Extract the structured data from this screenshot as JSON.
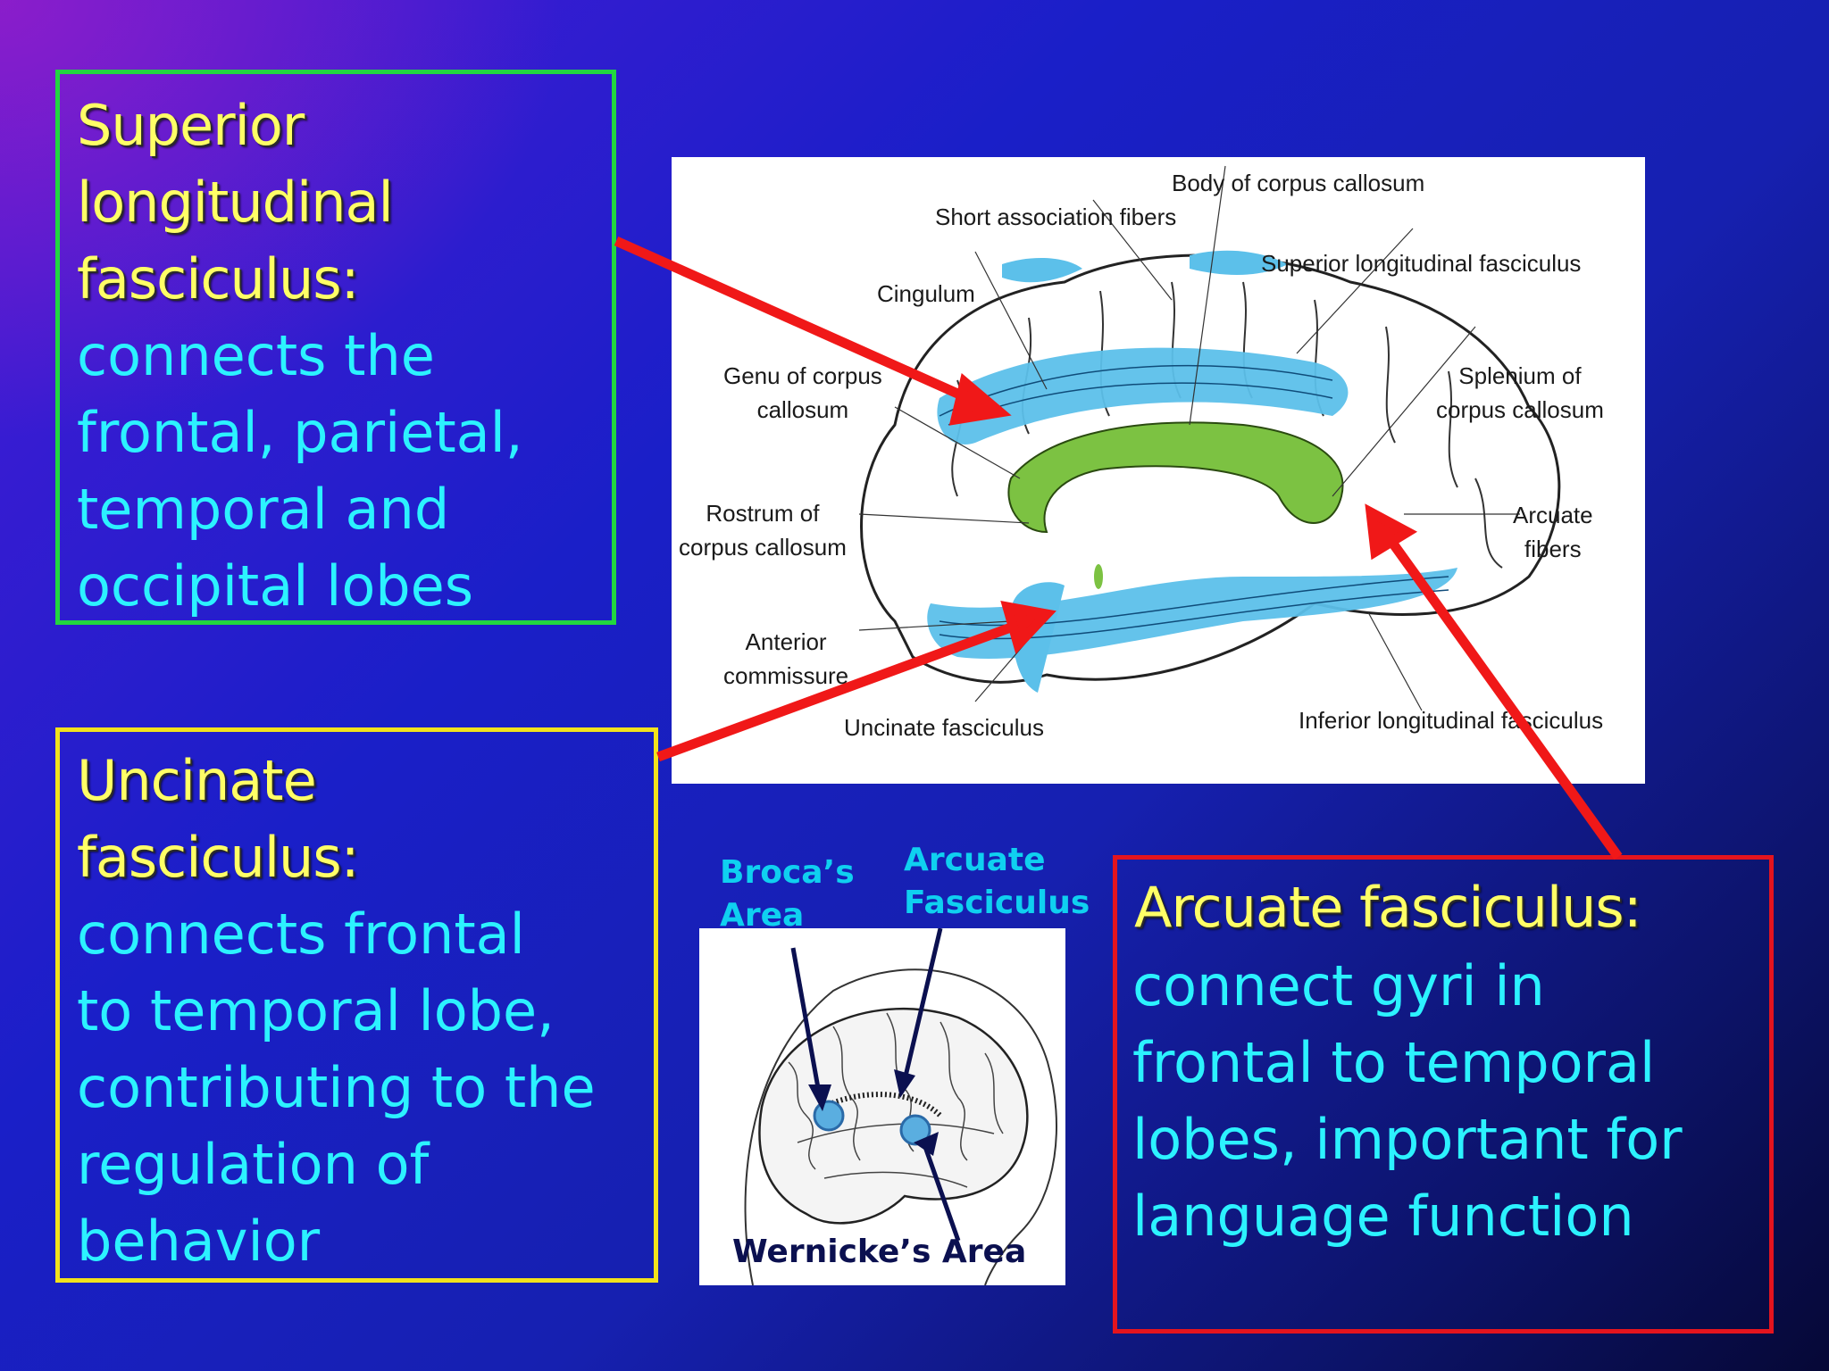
{
  "superior": {
    "term_lines": [
      "Superior",
      "longitudinal",
      "fasciculus:"
    ],
    "desc_lines": [
      "connects the",
      "frontal, parietal,",
      "temporal and",
      "occipital lobes"
    ]
  },
  "uncinate": {
    "term_lines": [
      "Uncinate",
      "fasciculus:"
    ],
    "desc_lines": [
      "connects frontal",
      "to temporal lobe,",
      "contributing to the",
      "regulation of",
      "behavior"
    ]
  },
  "arcuate": {
    "term_lines": [
      "Arcuate fasciculus:"
    ],
    "desc_lines": [
      "connect gyri in",
      "frontal to temporal",
      "lobes, important for",
      "language function"
    ]
  },
  "diagram_labels": {
    "body_cc": "Body of corpus callosum",
    "short_assoc": "Short association fibers",
    "slf": "Superior longitudinal fasciculus",
    "cingulum": "Cingulum",
    "genu_1": "Genu of corpus",
    "genu_2": "callosum",
    "splenium_1": "Splenium of",
    "splenium_2": "corpus callosum",
    "rostrum_1": "Rostrum of",
    "rostrum_2": "corpus callosum",
    "arcuate_fibers_1": "Arcuate",
    "arcuate_fibers_2": "fibers",
    "anterior_1": "Anterior",
    "anterior_2": "commissure",
    "uncinate": "Uncinate fasciculus",
    "ilf": "Inferior longitudinal fasciculus"
  },
  "small_labels": {
    "broca_1": "Broca’s",
    "broca_2": "Area",
    "arcuate_1": "Arcuate",
    "arcuate_2": "Fasciculus",
    "wernicke": "Wernicke’s Area"
  },
  "colors": {
    "green_border": "#22d640",
    "yellow_border": "#f2e21c",
    "red_border": "#e4141e",
    "arrow_red": "#f01818",
    "term_yellow": "#ffff66",
    "desc_cyan": "#2cf2ff",
    "tract_blue": "#5cc0ea",
    "callosum_green": "#7cc242"
  }
}
